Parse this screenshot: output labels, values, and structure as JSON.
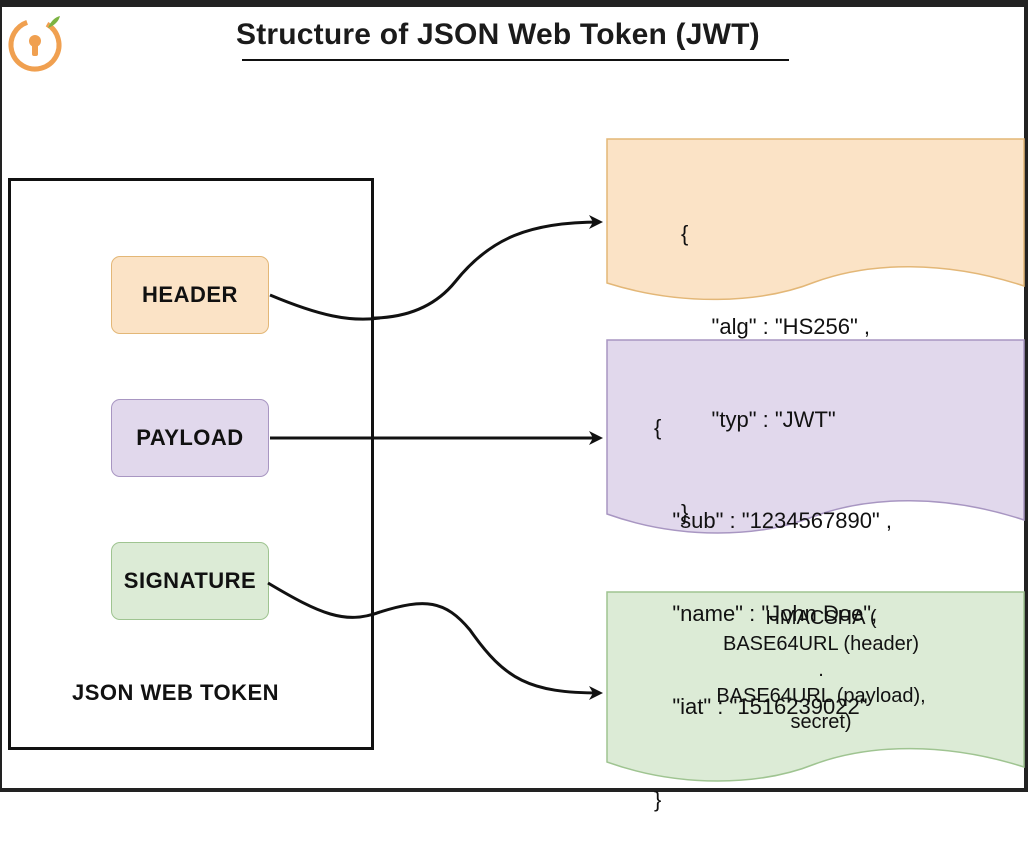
{
  "title": "Structure of JSON Web Token (JWT)",
  "container": {
    "label": "JSON WEB TOKEN"
  },
  "parts": {
    "header": "HEADER",
    "payload": "PAYLOAD",
    "signature": "SIGNATURE"
  },
  "documents": {
    "header": {
      "lines": [
        "{",
        "     \"alg\" : \"HS256\" ,",
        "     \"typ\" : \"JWT\"",
        "}"
      ],
      "fill": "#fbe3c6",
      "stroke": "#e3b777"
    },
    "payload": {
      "lines": [
        "{",
        "   \"sub\" : \"1234567890\" ,",
        "   \"name\" : \"John Doe\",",
        "   \"iat\" : \"1516239022\"",
        "}"
      ],
      "fill": "#e1d8ec",
      "stroke": "#a896c2"
    },
    "signature": {
      "lines": [
        "HMACSHA (",
        "BASE64URL (header)",
        ".",
        "BASE64URL (payload),",
        "secret)"
      ],
      "fill": "#dcebd6",
      "stroke": "#9fc491"
    }
  },
  "logo": {
    "icon": "keyhole-logo-icon",
    "color": "#f0a050"
  }
}
